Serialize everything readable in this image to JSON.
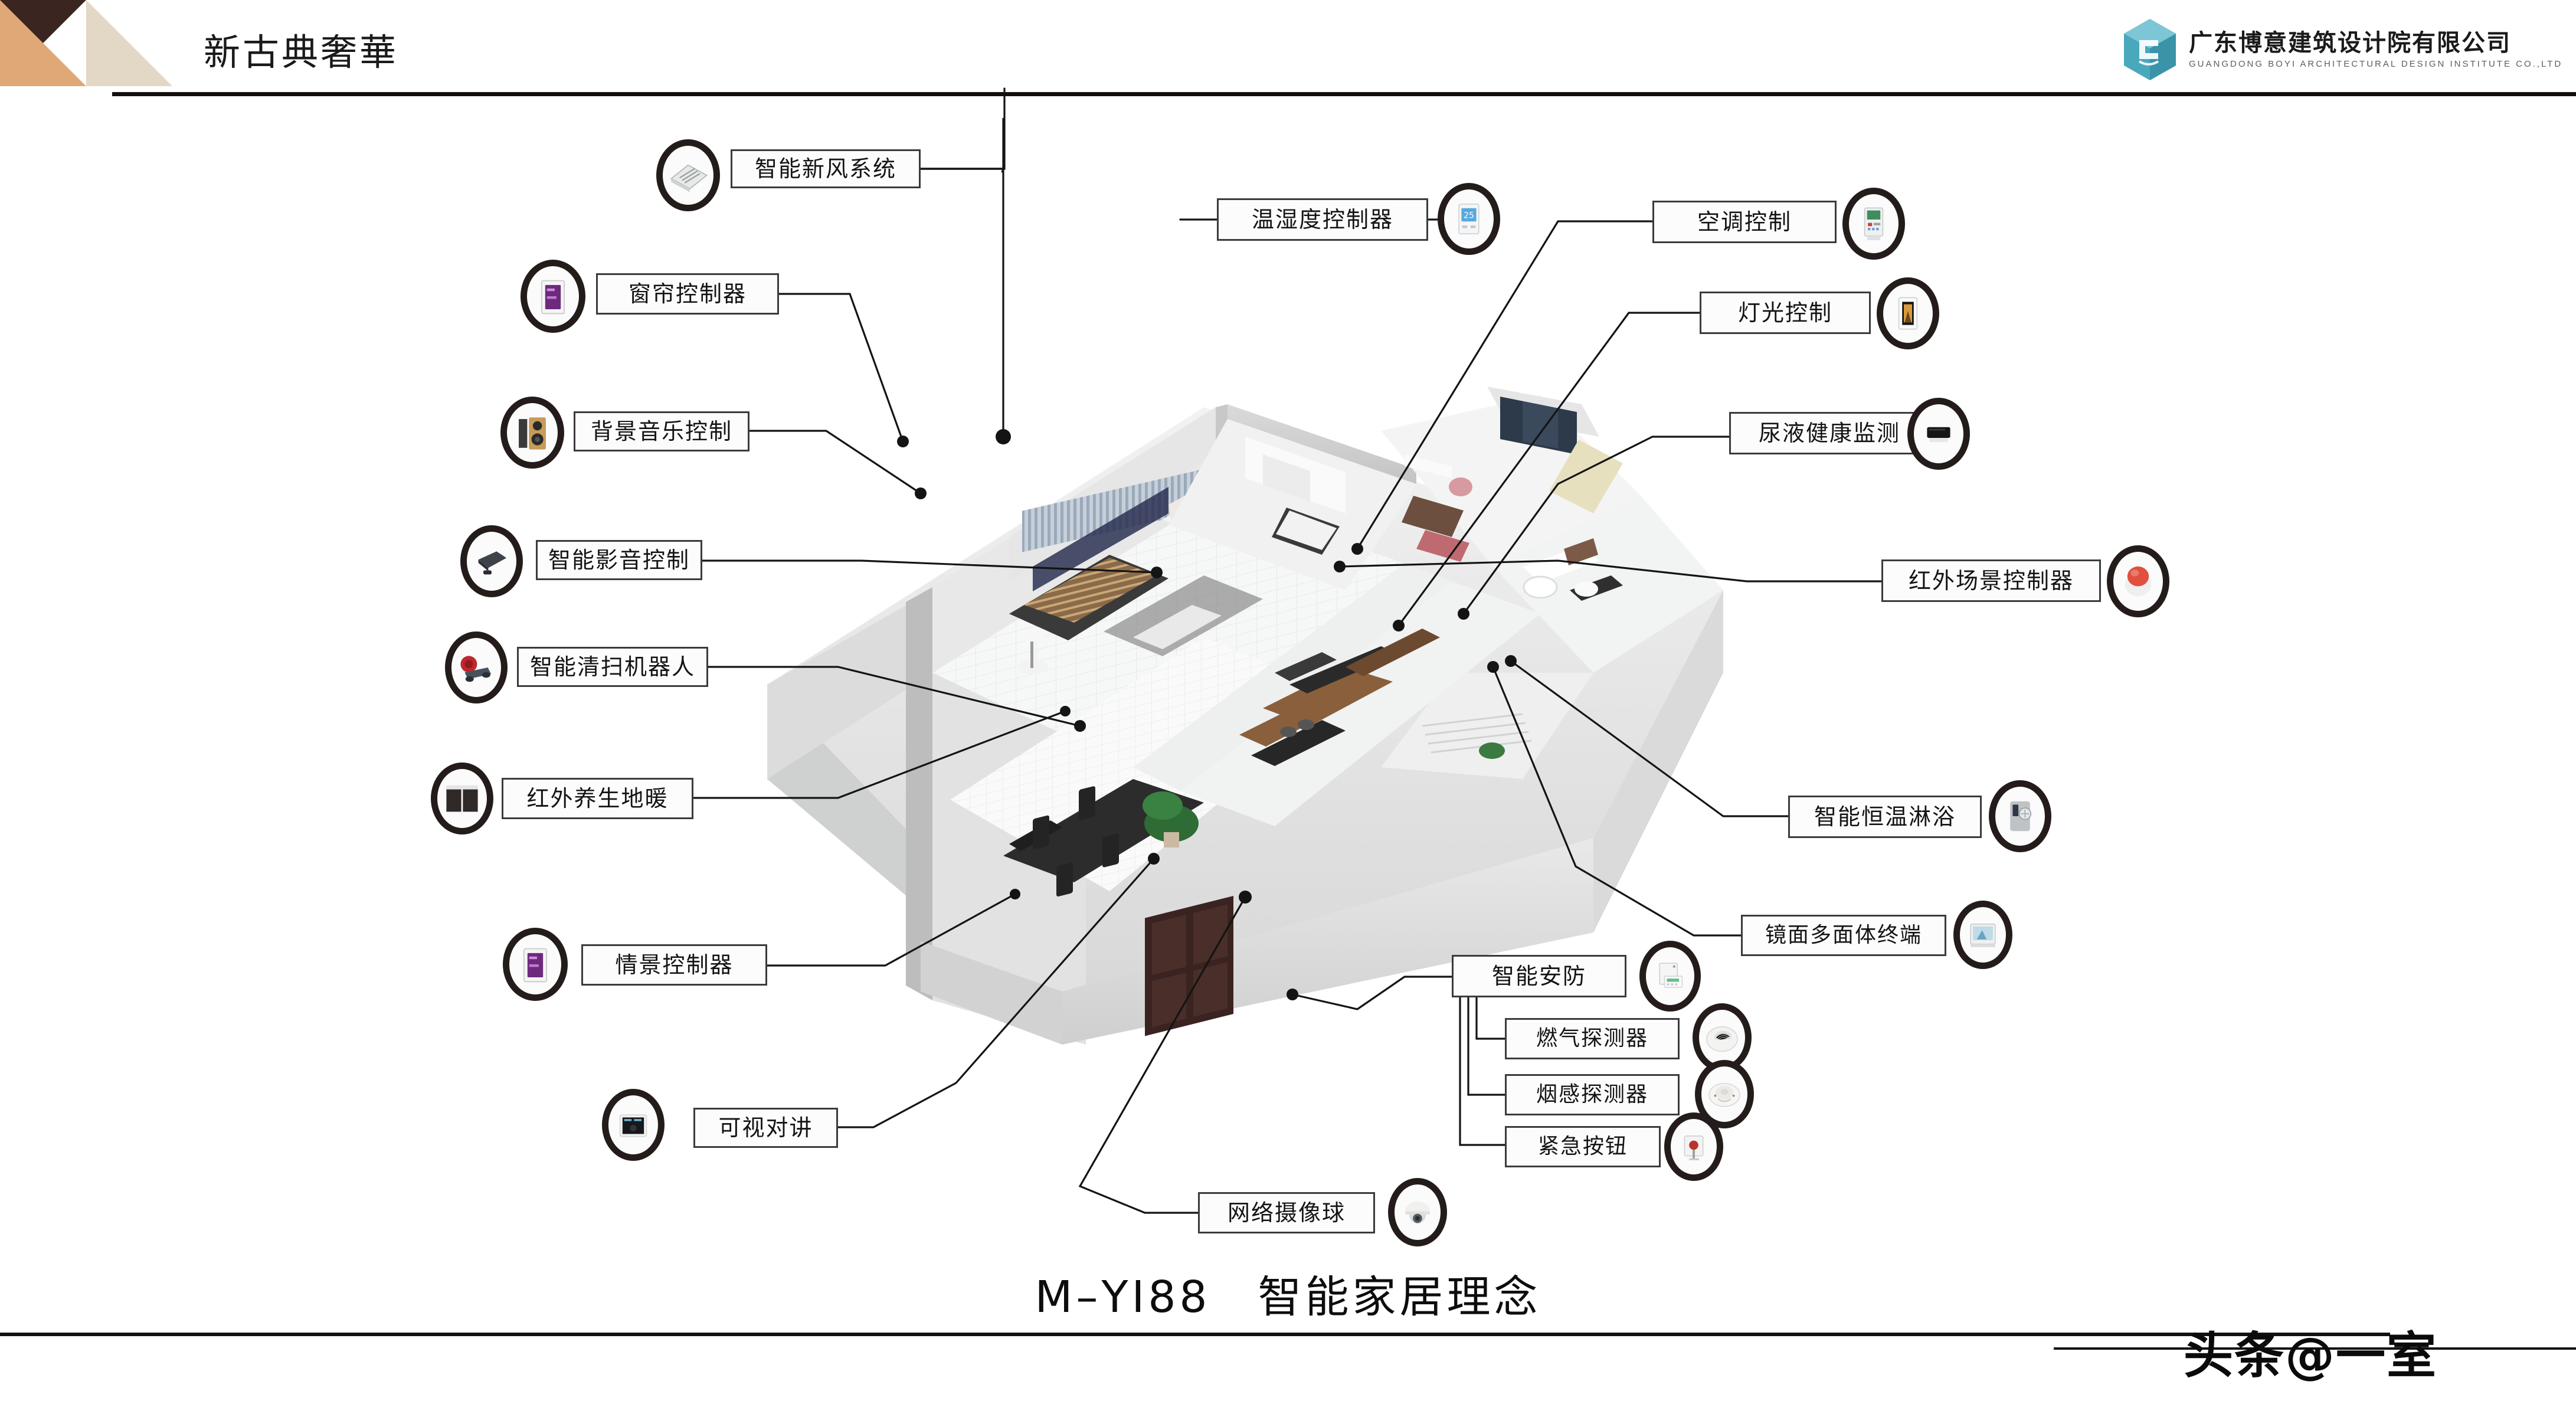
{
  "header": {
    "title": "新古典奢華",
    "logo": {
      "company_name": "广东博意建筑设计院有限公司",
      "company_name_pinyin": "GUANGDONG BOYI ARCHITECTURAL DESIGN INSTITUTE CO.,LTD",
      "mark_icon": "cube-logo-icon",
      "accent_color": "#4aa8bd"
    },
    "decor_colors": {
      "dark_brown": "#3a2521",
      "orange": "#e0a877",
      "beige": "#e3d7c6"
    }
  },
  "diagram": {
    "type": "isometric-floorplan-callout",
    "plan_name": "3D isometric apartment floor plan",
    "callouts": [
      {
        "id": "fresh-air",
        "label": "智能新风系统",
        "icon": "air-vent-icon",
        "side": "left"
      },
      {
        "id": "curtain",
        "label": "窗帘控制器",
        "icon": "wall-panel-purple-icon",
        "side": "left"
      },
      {
        "id": "background-music",
        "label": "背景音乐控制",
        "icon": "speaker-icon",
        "side": "left"
      },
      {
        "id": "av-control",
        "label": "智能影音控制",
        "icon": "av-remote-icon",
        "side": "left"
      },
      {
        "id": "vacuum-robot",
        "label": "智能清扫机器人",
        "icon": "robot-vacuum-icon",
        "side": "left"
      },
      {
        "id": "floor-heating",
        "label": "红外养生地暖",
        "icon": "heating-panel-icon",
        "side": "left"
      },
      {
        "id": "scene-control",
        "label": "情景控制器",
        "icon": "wall-panel-purple-icon",
        "side": "left"
      },
      {
        "id": "video-intercom",
        "label": "可视对讲",
        "icon": "intercom-screen-icon",
        "side": "left"
      },
      {
        "id": "temp-humidity",
        "label": "温湿度控制器",
        "icon": "thermostat-icon",
        "side": "top"
      },
      {
        "id": "ac-control",
        "label": "空调控制",
        "icon": "ac-controller-icon",
        "side": "right"
      },
      {
        "id": "light-control",
        "label": "灯光控制",
        "icon": "light-panel-icon",
        "side": "right"
      },
      {
        "id": "urine-health",
        "label": "尿液健康监测",
        "icon": "health-monitor-icon",
        "side": "right"
      },
      {
        "id": "ir-scene",
        "label": "红外场景控制器",
        "icon": "red-button-icon",
        "side": "right"
      },
      {
        "id": "smart-shower",
        "label": "智能恒温淋浴",
        "icon": "shower-panel-icon",
        "side": "right"
      },
      {
        "id": "mirror-terminal",
        "label": "镜面多面体终端",
        "icon": "mirror-display-icon",
        "side": "right"
      },
      {
        "id": "smart-security",
        "label": "智能安防",
        "icon": "alarm-host-icon",
        "side": "bottom"
      },
      {
        "id": "gas-detector",
        "label": "燃气探测器",
        "icon": "gas-detector-icon",
        "side": "bottom"
      },
      {
        "id": "smoke-detector",
        "label": "烟感探测器",
        "icon": "smoke-detector-icon",
        "side": "bottom"
      },
      {
        "id": "emergency-button",
        "label": "紧急按钮",
        "icon": "emergency-button-icon",
        "side": "bottom"
      },
      {
        "id": "network-camera",
        "label": "网络摄像球",
        "icon": "dome-camera-icon",
        "side": "bottom"
      }
    ]
  },
  "footer": {
    "title": "M–YI88　智能家居理念",
    "watermark": "头条@一室"
  }
}
